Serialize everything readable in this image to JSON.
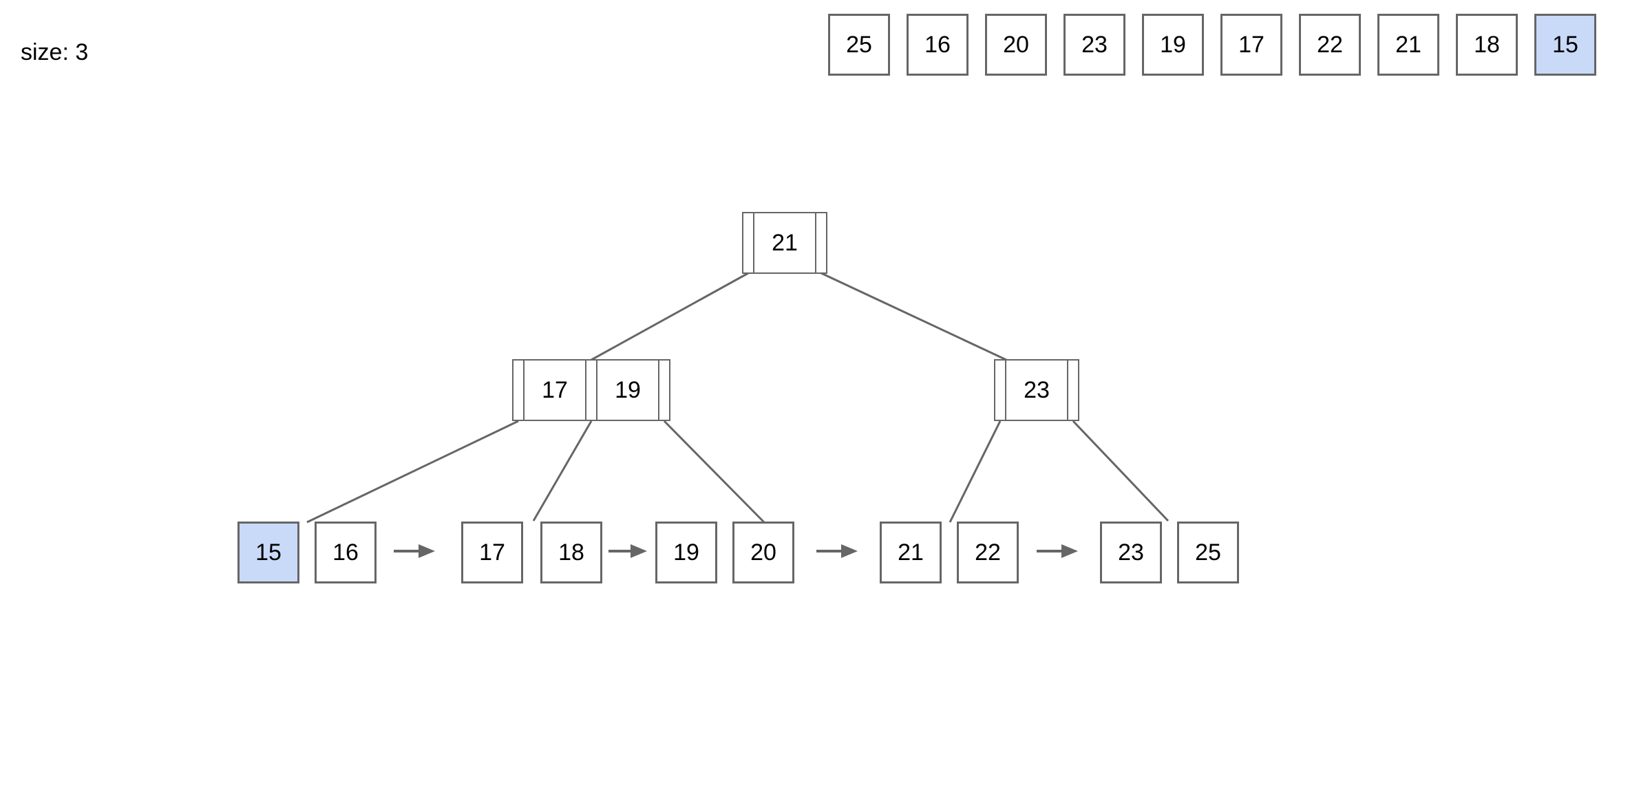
{
  "status": {
    "size_label": "size: 3"
  },
  "insert_queue": {
    "items": [
      {
        "value": "25",
        "highlight": false
      },
      {
        "value": "16",
        "highlight": false
      },
      {
        "value": "20",
        "highlight": false
      },
      {
        "value": "23",
        "highlight": false
      },
      {
        "value": "19",
        "highlight": false
      },
      {
        "value": "17",
        "highlight": false
      },
      {
        "value": "22",
        "highlight": false
      },
      {
        "value": "21",
        "highlight": false
      },
      {
        "value": "18",
        "highlight": false
      },
      {
        "value": "15",
        "highlight": true
      }
    ]
  },
  "tree": {
    "internal_nodes": [
      {
        "id": "root",
        "keys": [
          "21"
        ]
      },
      {
        "id": "internal-left",
        "keys": [
          "17",
          "19"
        ]
      },
      {
        "id": "internal-right",
        "keys": [
          "23"
        ]
      }
    ],
    "leaf_nodes": [
      {
        "keys": [
          {
            "value": "15",
            "highlight": true
          },
          {
            "value": "16",
            "highlight": false
          }
        ]
      },
      {
        "keys": [
          {
            "value": "17",
            "highlight": false
          },
          {
            "value": "18",
            "highlight": false
          }
        ]
      },
      {
        "keys": [
          {
            "value": "19",
            "highlight": false
          },
          {
            "value": "20",
            "highlight": false
          }
        ]
      },
      {
        "keys": [
          {
            "value": "21",
            "highlight": false
          },
          {
            "value": "22",
            "highlight": false
          }
        ]
      },
      {
        "keys": [
          {
            "value": "23",
            "highlight": false
          },
          {
            "value": "25",
            "highlight": false
          }
        ]
      }
    ]
  },
  "colors": {
    "highlight_fill": "#c9daf8",
    "box_fill": "#ffffff",
    "border": "#666666",
    "edge": "#666666",
    "arrow": "#666666",
    "text": "#000000",
    "background": "#ffffff"
  }
}
